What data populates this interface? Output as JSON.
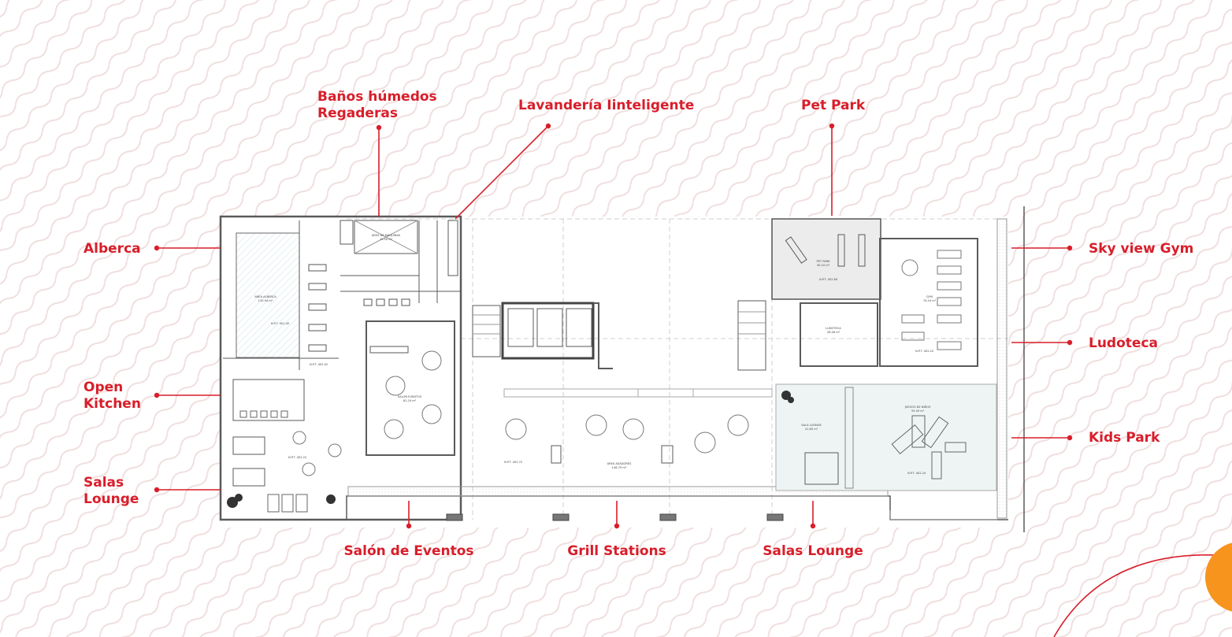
{
  "colors": {
    "accent": "#d81e2a",
    "orange": "#f7941d",
    "wave": "#f0dede",
    "plan_line": "#5a5a5a",
    "plan_light": "#b8b8b8"
  },
  "labels": {
    "alberca": "Alberca",
    "open_kitchen": [
      "Open",
      "Kitchen"
    ],
    "salas_lounge_left": [
      "Salas",
      "Lounge"
    ],
    "banos": [
      "Baños húmedos",
      "Regaderas"
    ],
    "lavanderia": "Lavandería Iinteligente",
    "pet_park": "Pet Park",
    "sky_view_gym": "Sky view Gym",
    "ludoteca": "Ludoteca",
    "kids_park": "Kids Park",
    "salon_eventos": "Salón de Eventos",
    "grill_stations": "Grill Stations",
    "salas_lounge_bottom": "Salas Lounge"
  },
  "plan_labels": {
    "area_alberca": "AREA ALBERCA",
    "area_maquinas": "AREA DE MAQUINAS",
    "salon_eventos": "SALON EVENTOS",
    "pet_park": "PET PARK",
    "ludoteca": "LUDOTECA",
    "gym": "GYM",
    "sala_lounge": "SALA LOUNGE",
    "juegos_ninos": "JUEGOS DE NIÑOS",
    "area_asadores": "AREA ASADORES",
    "npt_1": "N.P.T. 401.40",
    "npt_2": "N.P.T. 402.02",
    "npt_3": "N.P.T. 402.22",
    "npt_4": "N.P.T. 402.72",
    "npt_5": "N.P.T. 402.84",
    "npt_6": "N.P.T. 402.22",
    "npt_7": "N.P.T. 402.24"
  },
  "plan_areas": {
    "alberca": "120.94 m²",
    "maquinas": "12.00 m²",
    "salon": "81.24 m²",
    "pet": "30.10 m²",
    "ludoteca": "26.46 m²",
    "gym": "74.24 m²",
    "lounge": "41.80 m²",
    "juegos": "55.49 m²",
    "asadores": "146.79 m²"
  }
}
